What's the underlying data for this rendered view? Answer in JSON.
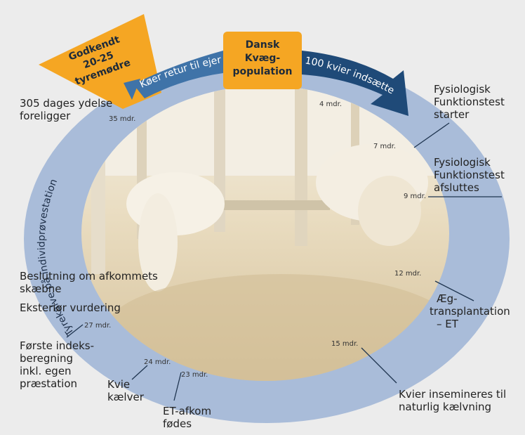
{
  "colors": {
    "background": "#ececec",
    "ring": "#a9bcd9",
    "arrow_dark": "#1f4a78",
    "arrow_mid": "#3f73a8",
    "box_orange": "#f5a623",
    "photo_light": "#efe7d6",
    "photo_floor": "#d8c7a2"
  },
  "top": {
    "godkendt_lines": [
      "Godkendt",
      "20-25",
      "tyremødre"
    ],
    "dansk_lines": [
      "Dansk",
      "Kvæg-",
      "population"
    ],
    "koer_retur": "Køer retur til ejer",
    "kvier_indsaettes": "100 kvier indsættes"
  },
  "ring_text": "Tyrekalve på individprøvestation",
  "months": {
    "m4": "4 mdr.",
    "m7": "7 mdr.",
    "m9": "9 mdr.",
    "m12": "12 mdr.",
    "m15": "15 mdr.",
    "m23": "23 mdr.",
    "m24": "24 mdr.",
    "m27": "27 mdr.",
    "m35": "35 mdr."
  },
  "labels": {
    "ydelse": [
      "305 dages ydelse",
      "foreligger"
    ],
    "fys_start": [
      "Fysiologisk",
      "Funktionstest",
      "starter"
    ],
    "fys_slut": [
      "Fysiologisk",
      "Funktionstest",
      "afsluttes"
    ],
    "aeg": [
      "Æg-",
      "transplantation",
      "– ET"
    ],
    "kvier_insemineres": [
      "Kvier insemineres til",
      "naturlig kælvning"
    ],
    "et_afkom": [
      "ET-afkom",
      "fødes"
    ],
    "kvie_kaelver": [
      "Kvie",
      "kælver"
    ],
    "foerste_indeks": [
      "Første indeks-",
      "beregning",
      "inkl. egen",
      "præstation"
    ],
    "eksterioer": "Eksteriør vurdering",
    "beslutning": [
      "Beslutning om afkommets",
      "skæbne"
    ]
  }
}
